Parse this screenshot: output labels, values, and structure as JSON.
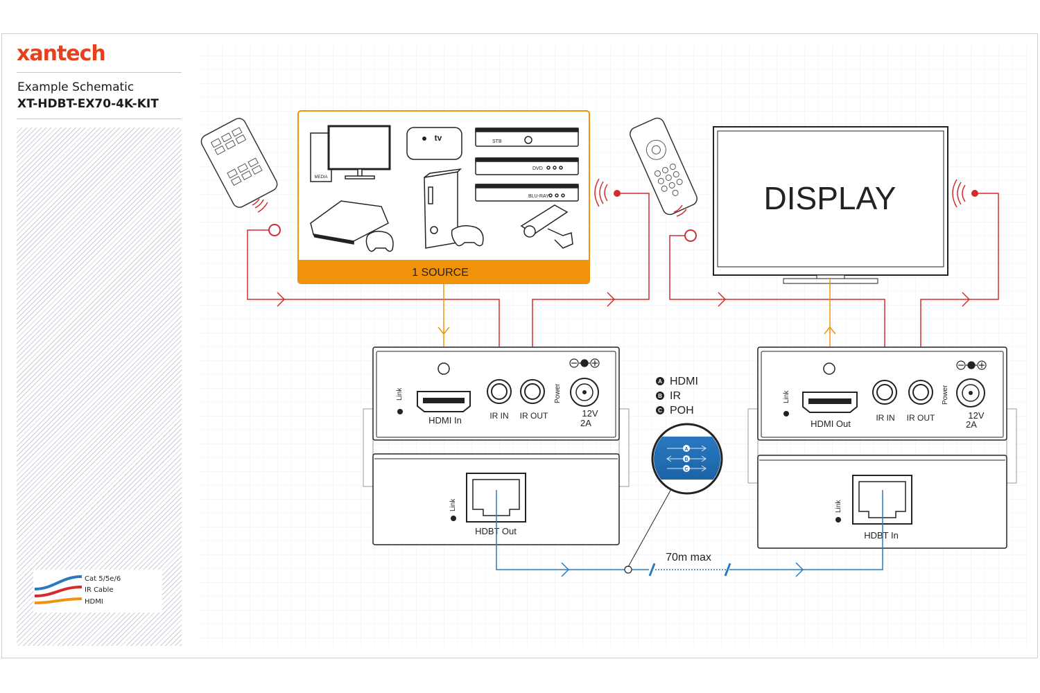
{
  "brand": {
    "logo_text": "xantech",
    "color": "#e8401c"
  },
  "header": {
    "subtitle": "Example Schematic",
    "model": "XT-HDBT-EX70-4K-KIT"
  },
  "legend": {
    "items": [
      {
        "label": "Cat 5/5e/6",
        "color": "#2a78c0"
      },
      {
        "label": "IR Cable",
        "color": "#d62b2b"
      },
      {
        "label": "HDMI",
        "color": "#f0920a"
      }
    ]
  },
  "source_box": {
    "label": "1 SOURCE",
    "color": "#f0920a",
    "device_labels": {
      "media": "MEDIA",
      "apple_tv": "tv",
      "stb": "STB",
      "dvd": "DVD",
      "bluray": "BLU-RAY"
    }
  },
  "display": {
    "label": "DISPLAY"
  },
  "transmitter": {
    "link_label": "Link",
    "power_label": "Power",
    "hdmi_label": "HDMI In",
    "ir_in_label": "IR IN",
    "ir_out_label": "IR OUT",
    "voltage_label": "12V",
    "amp_label": "2A",
    "hdbt_label": "HDBT Out"
  },
  "receiver": {
    "link_label": "Link",
    "power_label": "Power",
    "hdmi_label": "HDMI Out",
    "ir_in_label": "IR IN",
    "ir_out_label": "IR OUT",
    "voltage_label": "12V",
    "amp_label": "2A",
    "hdbt_label": "HDBT In"
  },
  "signals": {
    "items": [
      {
        "badge": "A",
        "label": "HDMI"
      },
      {
        "badge": "B",
        "label": "IR"
      },
      {
        "badge": "C",
        "label": "POH"
      }
    ]
  },
  "cable": {
    "distance_label": "70m max"
  },
  "colors": {
    "ir": "#d62b2b",
    "hdmi": "#f0920a",
    "cat": "#2a78c0",
    "grid": "#e9edf2",
    "device_fill": "#ffffff",
    "device_stroke": "#1a1a1a"
  }
}
